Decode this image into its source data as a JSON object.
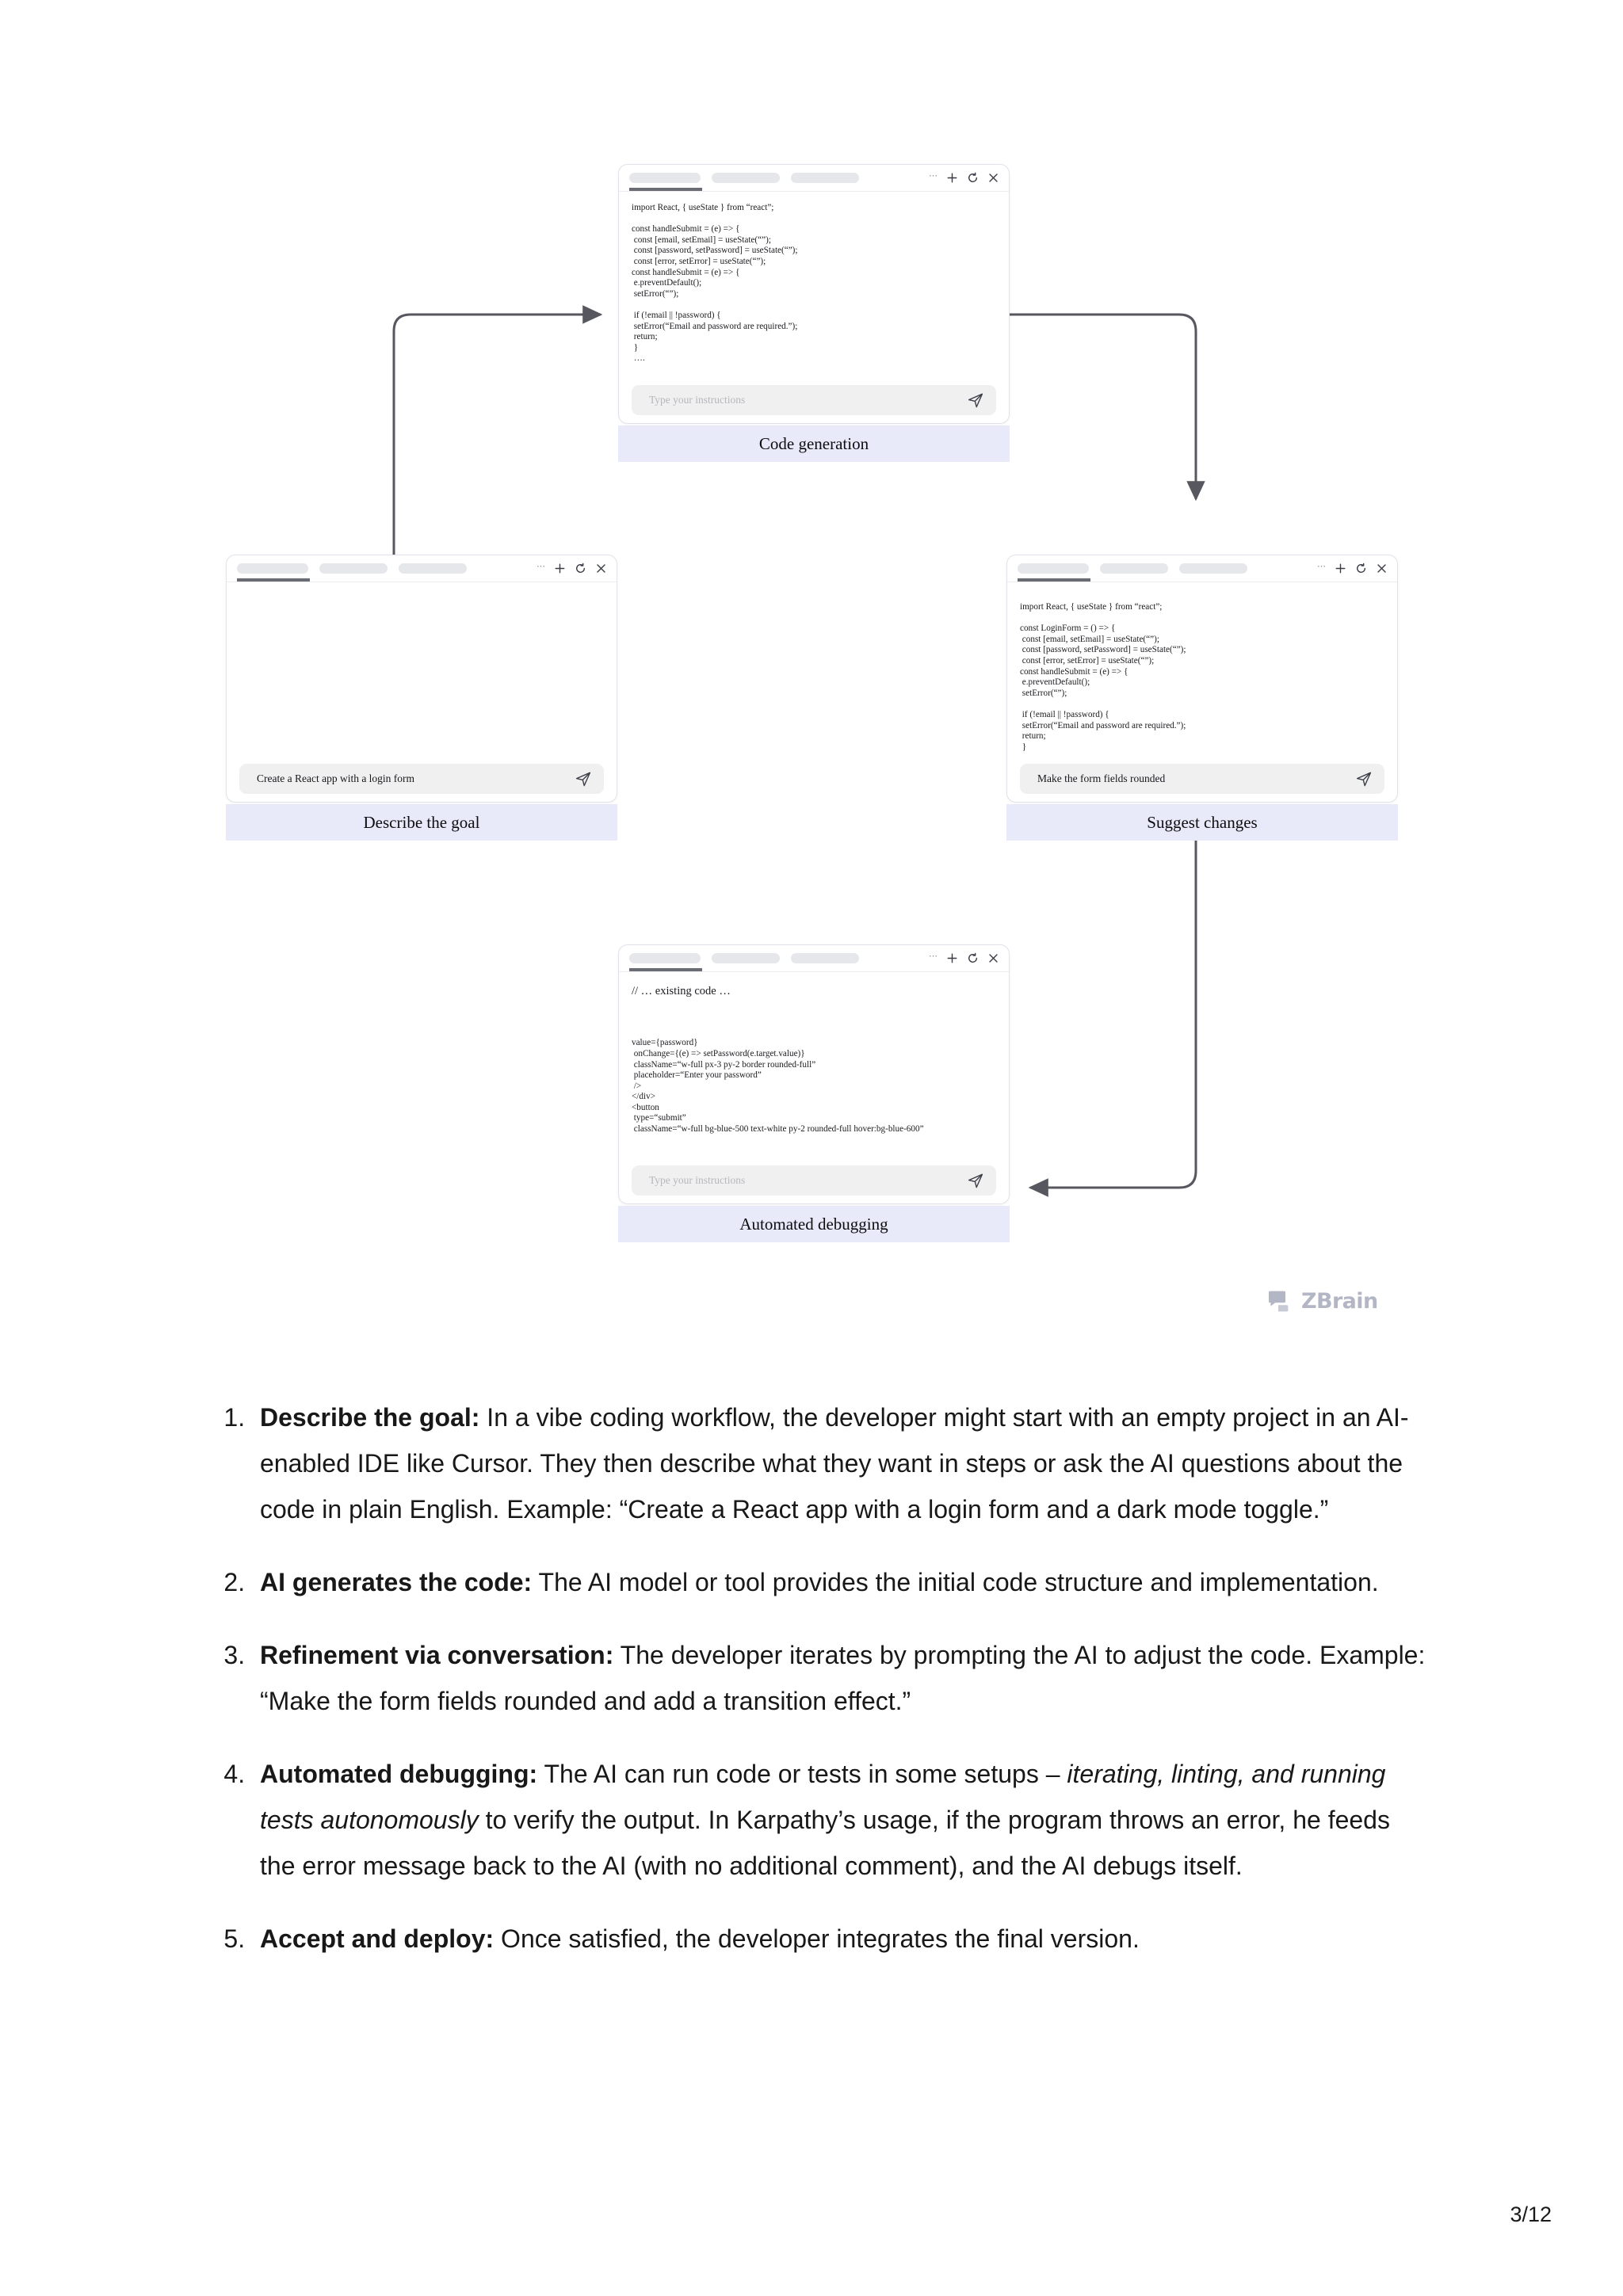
{
  "diagram": {
    "window_controls": {
      "more_icon": "more-horizontal-icon",
      "new_tab_icon": "plus-icon",
      "reload_icon": "reload-icon",
      "close_icon": "close-icon"
    },
    "cards": [
      {
        "id": "describe",
        "label": "Describe the goal",
        "code": "",
        "prompt_value": "Create a React app with a login form",
        "prompt_is_placeholder": false
      },
      {
        "id": "codegen",
        "label": "Code generation",
        "code": "import React, { useState } from “react”;\n\nconst handleSubmit = (e) => {\n const [email, setEmail] = useState(“”);\n const [password, setPassword] = useState(“”);\n const [error, setError] = useState(“”);\nconst handleSubmit = (e) => {\n e.preventDefault();\n setError(“”);\n\n if (!email || !password) {\n setError(“Email and password are required.”);\n return;\n }\n ….",
        "prompt_value": "Type your instructions",
        "prompt_is_placeholder": true
      },
      {
        "id": "suggest",
        "label": "Suggest changes",
        "code": "import React, { useState } from “react”;\n\nconst LoginForm = () => {\n const [email, setEmail] = useState(“”);\n const [password, setPassword] = useState(“”);\n const [error, setError] = useState(“”);\nconst handleSubmit = (e) => {\n e.preventDefault();\n setError(“”);\n\n if (!email || !password) {\n setError(“Email and password are required.”);\n return;\n }",
        "prompt_value": "Make the form fields rounded",
        "prompt_is_placeholder": false
      },
      {
        "id": "debug",
        "label": "Automated debugging",
        "comment": "// … existing code …",
        "code": "value={password}\n onChange={(e) => setPassword(e.target.value)}\n className=“w-full px-3 py-2 border rounded-full”\n placeholder=“Enter your password”\n />\n</div>\n<button\n type=“submit”\n className=“w-full bg-blue-500 text-white py-2 rounded-full hover:bg-blue-600”",
        "prompt_value": "Type your instructions",
        "prompt_is_placeholder": true
      }
    ],
    "arrows": [
      {
        "name": "describe-to-codegen",
        "from": "Describe the goal",
        "to": "Code generation"
      },
      {
        "name": "codegen-to-suggest",
        "from": "Code generation",
        "to": "Suggest changes"
      },
      {
        "name": "suggest-to-debug",
        "from": "Suggest changes",
        "to": "Automated debugging"
      }
    ],
    "colors": {
      "label_strip": "#e8eaf9",
      "window_border": "#e2e3ea",
      "tab_pill": "#e6e7eb",
      "active_tab_underline": "#6a6c74",
      "prompt_field": "#f0f0f1",
      "arrow": "#57575f"
    }
  },
  "logo": {
    "icon": "zbrain-chat-bubble-icon",
    "wordmark": "ZBrain",
    "color": "#b3b6c4"
  },
  "article": {
    "steps": [
      {
        "lead": "Describe the goal:",
        "body": " In a vibe coding workflow, the developer might start with an empty project in an AI-enabled IDE like Cursor. They then describe what they want in steps or ask the AI questions about the code in plain English. Example: “Create a React app with a login form and a dark mode toggle.”"
      },
      {
        "lead": "AI generates the code:",
        "body": " The AI model or tool provides the initial code structure and implementation."
      },
      {
        "lead": "Refinement via conversation:",
        "body": " The developer iterates by prompting the AI to adjust the code. Example: “Make the form fields rounded and add a transition effect.”"
      },
      {
        "lead": "Automated debugging:",
        "body_pre": " The AI can run code or tests in some setups – ",
        "body_italic": "iterating, linting, and running tests autonomously",
        "body_post": " to verify the output. In Karpathy’s usage, if the program throws an error, he feeds the error message back to the AI (with no additional comment), and the AI debugs itself."
      },
      {
        "lead": "Accept and deploy:",
        "body": " Once satisfied, the developer integrates the final version."
      }
    ]
  },
  "footer": {
    "page_number": "3/12"
  }
}
